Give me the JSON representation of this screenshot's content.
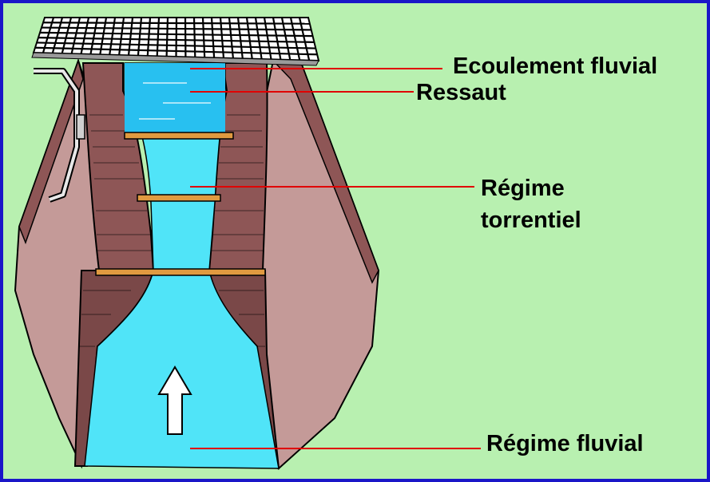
{
  "labels": {
    "ecoulement_fluvial": "Ecoulement fluvial",
    "ressaut": "Ressaut",
    "regime_torrentiel_line1": "Régime",
    "regime_torrentiel_line2": "torrentiel",
    "regime_fluvial": "Régime fluvial"
  },
  "colors": {
    "frame_border": "#1a16c8",
    "background": "#b8f0b0",
    "water": "#50e4f8",
    "water_top": "#28c0f0",
    "wall_outer": "#c49a98",
    "wall_inner": "#8e5656",
    "leader_line": "#e00000",
    "bar": "#e09a40"
  },
  "icons": {
    "flow_arrow": "arrow-up-icon",
    "grate": "grate-icon"
  }
}
